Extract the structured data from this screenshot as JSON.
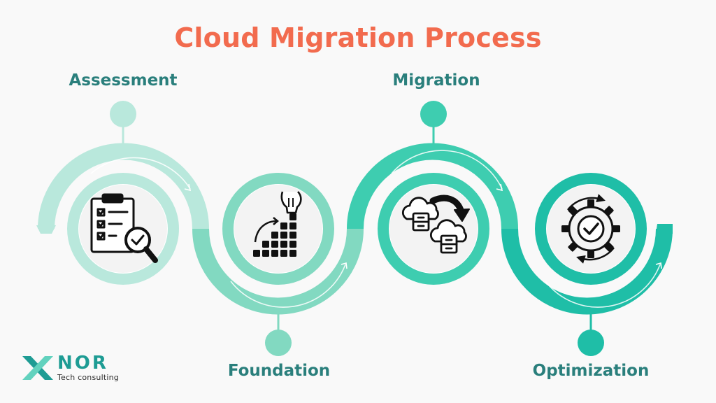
{
  "title": "Cloud Migration Process",
  "steps": [
    {
      "label": "Assessment",
      "icon": "clipboard-checklist-magnifier-icon",
      "color": "#b9e8dc"
    },
    {
      "label": "Foundation",
      "icon": "building-blocks-stairs-icon",
      "color": "#82d9c1"
    },
    {
      "label": "Migration",
      "icon": "cloud-server-transfer-icon",
      "color": "#3ecdb0"
    },
    {
      "label": "Optimization",
      "icon": "gear-cycle-check-icon",
      "color": "#1fbea7"
    }
  ],
  "logo": {
    "brand": "NOR",
    "tagline": "Tech consulting",
    "colors": {
      "primary": "#1e9c94",
      "accent": "#62d2be"
    }
  },
  "colors": {
    "title": "#f26b4e",
    "label": "#2a7f7c",
    "icon": "#111111",
    "background": "#f9f9f9"
  }
}
